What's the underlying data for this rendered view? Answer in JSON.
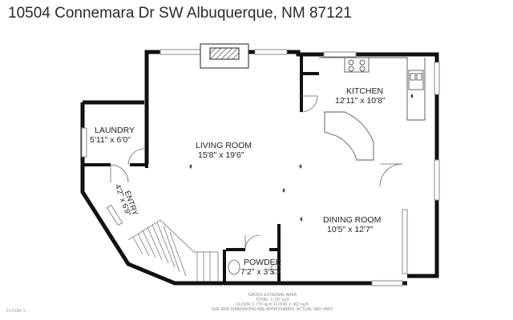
{
  "header": {
    "address": "10504 Connemara Dr SW Albuquerque, NM 87121"
  },
  "rooms": [
    {
      "name": "LAUNDRY",
      "dims": "5'11\" x 6'0\""
    },
    {
      "name": "LIVING ROOM",
      "dims": "15'8\" x 19'6\""
    },
    {
      "name": "KITCHEN",
      "dims": "12'11\" x 10'8\""
    },
    {
      "name": "ENTRY",
      "dims": "4'2\" x 6'9\""
    },
    {
      "name": "DINING ROOM",
      "dims": "10'5\" x 12'7\""
    },
    {
      "name": "POWDER",
      "dims": "7'2\" x 3'3\""
    }
  ],
  "footer": {
    "line1": "GROSS EXTERNAL AREA",
    "line2": "TOTAL: 1,737 sq.ft",
    "line3": "FLOOR 1: 770 sq.ft, FLOOR 2: 967 sq.ft",
    "line4": "SIZE AND DIMENSIONS ARE APPROXIMATE. ACTUAL MAY VARY.",
    "floor_label": "FLOOR 1"
  },
  "colors": {
    "wall": "#111111",
    "line": "#333333",
    "window": "#9a9a9a"
  }
}
